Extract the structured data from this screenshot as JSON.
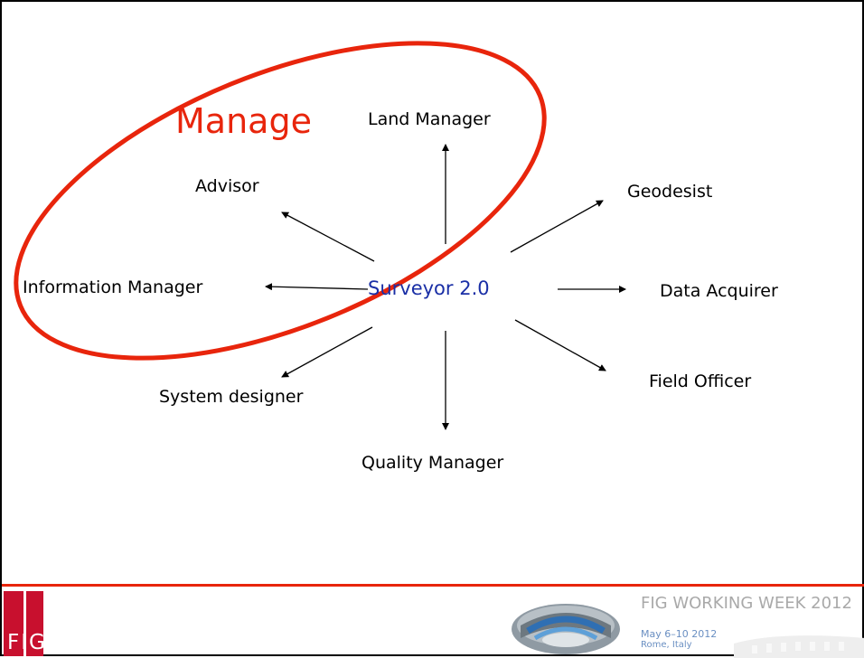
{
  "diagram": {
    "highlight_label": "Manage",
    "center_label": "Surveyor 2.0",
    "roles": {
      "land_manager": "Land Manager",
      "advisor": "Advisor",
      "geodesist": "Geodesist",
      "information_manager": "Information Manager",
      "data_acquirer": "Data Acquirer",
      "system_designer": "System designer",
      "field_officer": "Field Officer",
      "quality_manager": "Quality Manager"
    }
  },
  "footer": {
    "logo_text": "FIG",
    "event_title": "FIG WORKING WEEK 2012",
    "event_date": "May 6–10 2012",
    "event_place": "Rome, Italy"
  },
  "colors": {
    "accent": "#e8250c",
    "center_text": "#1a2fa6",
    "logo": "#c8102e",
    "footer_text": "#a9a9a9"
  }
}
